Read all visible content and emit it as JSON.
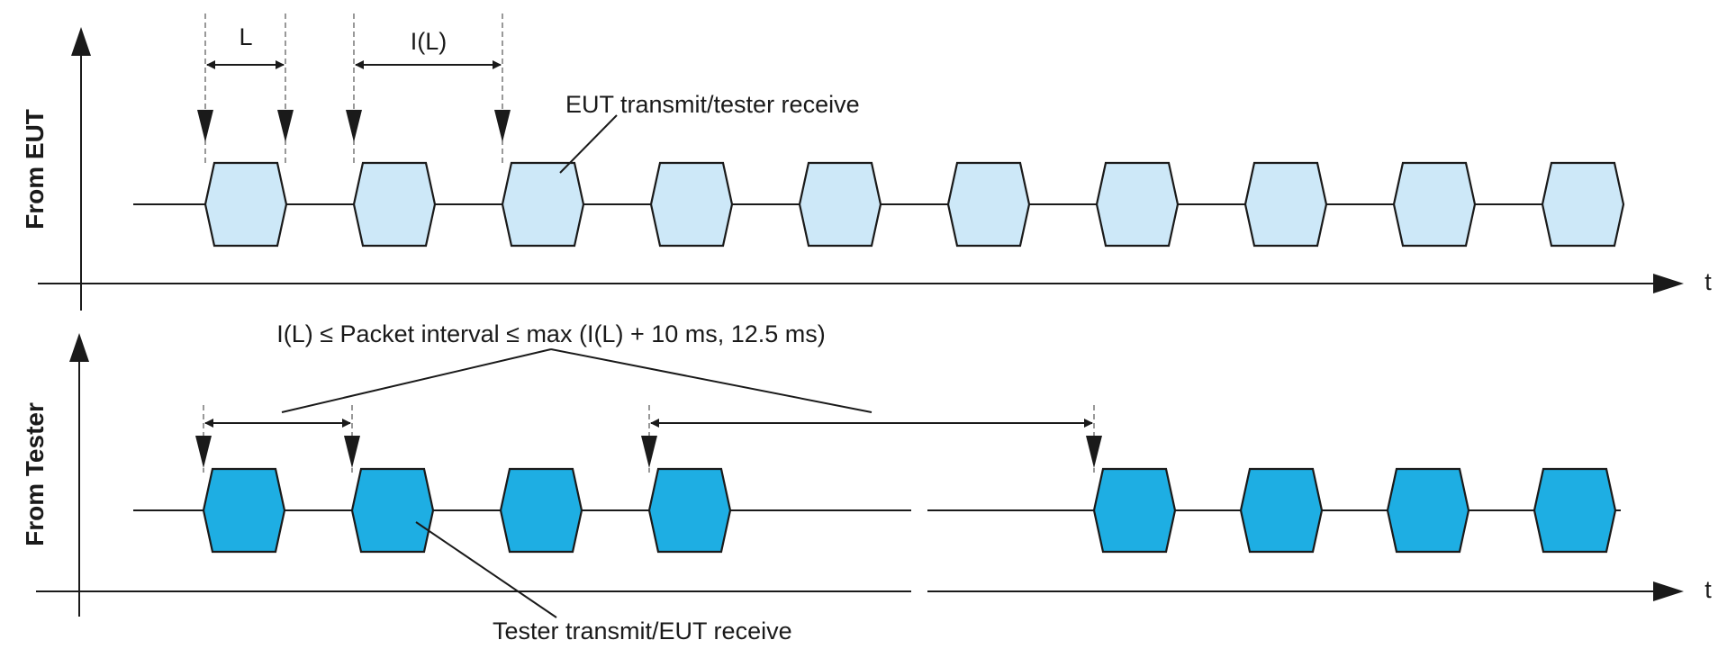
{
  "labels": {
    "y_top": "From EUT",
    "y_bottom": "From Tester",
    "t_top": "t",
    "t_bottom": "t",
    "L": "L",
    "IL": "I(L)",
    "eut_tx": "EUT transmit/tester receive",
    "tester_tx": "Tester transmit/EUT receive",
    "interval": "I(L) ≤ Packet interval ≤ max (I(L) + 10 ms, 12.5 ms)"
  },
  "colors": {
    "eut_packet": "#cde8f8",
    "tester_packet": "#1eaee3",
    "ink": "#1a1a1a"
  },
  "packets": {
    "eut_count": 10,
    "tester_count": 8
  }
}
